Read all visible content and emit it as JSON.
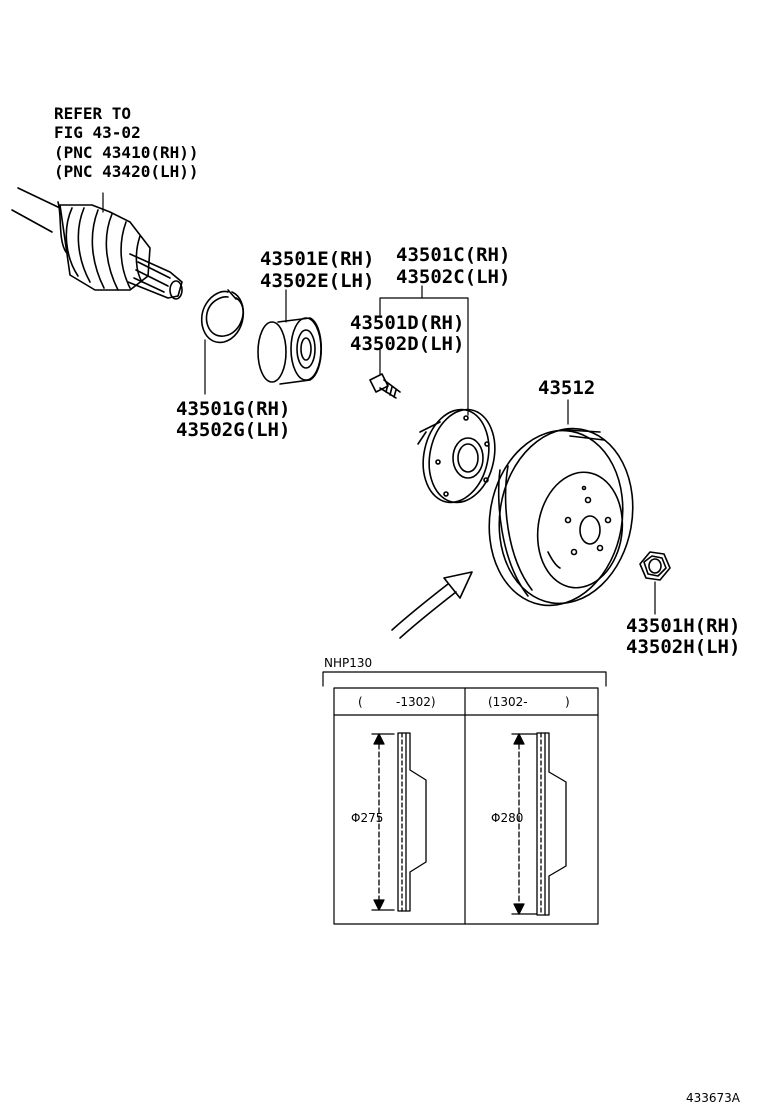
{
  "refer_note": {
    "line1": "REFER TO",
    "line2": "FIG 43-02",
    "line3": "(PNC 43410(RH))",
    "line4": "(PNC 43420(LH))"
  },
  "parts": {
    "bearing": {
      "rh": "43501E(RH)",
      "lh": "43502E(LH)"
    },
    "hub": {
      "rh": "43501C(RH)",
      "lh": "43502C(LH)"
    },
    "hub_bolt": {
      "rh": "43501D(RH)",
      "lh": "43502D(LH)"
    },
    "snap_ring": {
      "rh": "43501G(RH)",
      "lh": "43502G(LH)"
    },
    "disc": {
      "part": "43512"
    },
    "nut": {
      "rh": "43501H(RH)",
      "lh": "43502H(LH)"
    }
  },
  "detail": {
    "model": "NHP130",
    "col1_header_open": "(",
    "col1_header_range": "-1302)",
    "col2_header_range": "(1302-",
    "col2_header_close": ")",
    "col1_dim": "Φ275",
    "col2_dim": "Φ280"
  },
  "figure_id": "433673A"
}
